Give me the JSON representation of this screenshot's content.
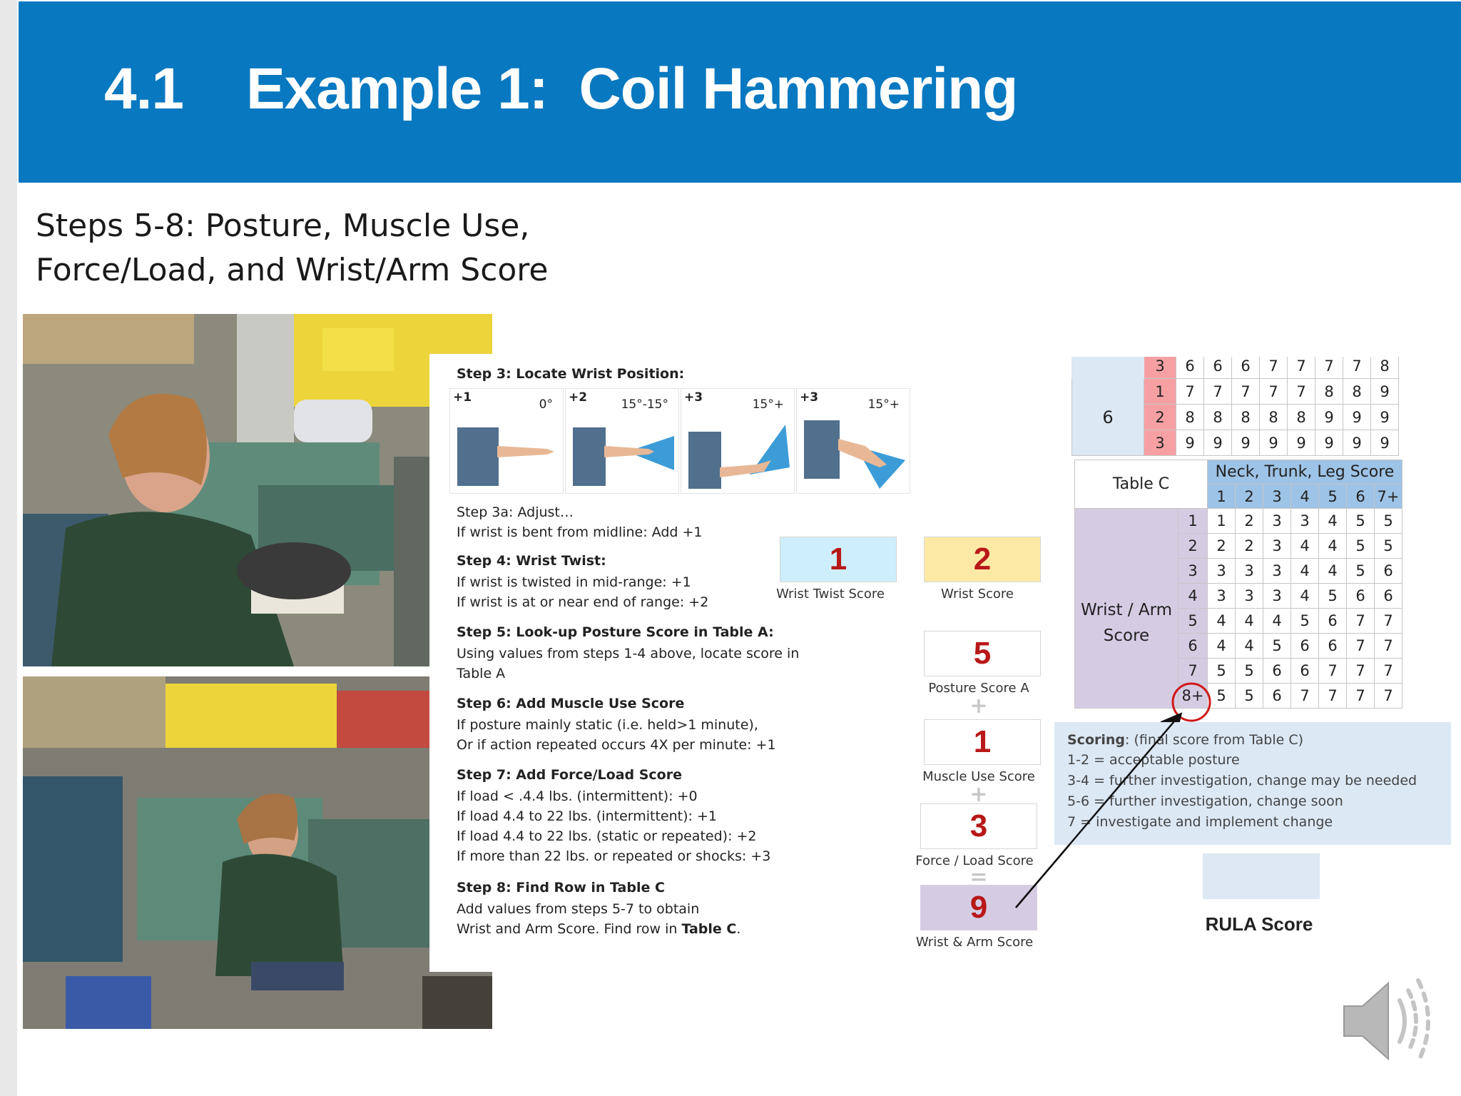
{
  "header": {
    "number": "4.1",
    "title": "Example 1:  Coil Hammering"
  },
  "subtitle": {
    "text": "Steps 5-8: Posture, Muscle Use, Force/Load, and Wrist/Arm Score"
  },
  "photos": [
    {
      "label": "worker-hammering-coil-closeup"
    },
    {
      "label": "worker-hammering-coil-wide"
    }
  ],
  "step3": {
    "title": "Step 3: Locate Wrist Position:",
    "positions": [
      {
        "plus": "+1",
        "angle": "0°"
      },
      {
        "plus": "+2",
        "angle": "15°-15°"
      },
      {
        "plus": "+3",
        "angle": "15°+"
      },
      {
        "plus": "+3",
        "angle": "15°+"
      }
    ],
    "adjust_title": "Step 3a: Adjust…",
    "adjust_text": "If wrist is bent from midline: Add +1"
  },
  "step4": {
    "title": "Step 4: Wrist Twist:",
    "lines": [
      "If wrist is twisted in mid-range: +1",
      "If wrist is at or near end of range: +2"
    ]
  },
  "step5": {
    "title": "Step 5: Look-up Posture Score in Table A:",
    "lines": [
      "Using values from steps 1-4 above, locate score in",
      "Table A"
    ]
  },
  "step6": {
    "title": "Step 6: Add Muscle Use Score",
    "lines": [
      "If posture mainly static (i.e. held>1 minute),",
      "Or if action repeated occurs 4X per minute: +1"
    ]
  },
  "step7": {
    "title": "Step 7: Add Force/Load Score",
    "lines": [
      "If load < .4.4 lbs. (intermittent): +0",
      "If load 4.4 to 22 lbs. (intermittent): +1",
      "If load 4.4 to 22 lbs. (static or repeated): +2",
      "If more than 22 lbs. or repeated or shocks: +3"
    ]
  },
  "step8": {
    "title": "Step 8: Find Row in Table C",
    "line1": "Add values from steps 5-7 to obtain",
    "line2_prefix": "Wrist and Arm Score. Find row in ",
    "line2_bold": "Table C",
    "line2_suffix": "."
  },
  "scores": {
    "wrist_twist": {
      "value": "1",
      "label": "Wrist Twist Score",
      "color": "#cfeefb"
    },
    "wrist": {
      "value": "2",
      "label": "Wrist Score",
      "color": "#fde9a6"
    },
    "posture_a": {
      "value": "5",
      "label": "Posture Score A"
    },
    "muscle_use": {
      "value": "1",
      "label": "Muscle Use Score"
    },
    "force_load": {
      "value": "3",
      "label": "Force / Load Score"
    },
    "wrist_arm": {
      "value": "9",
      "label": "Wrist & Arm Score",
      "color": "#d5cce4"
    },
    "plus": "+",
    "equals": "="
  },
  "table_b_partial": {
    "group_label": "6",
    "rows": [
      {
        "sub": "3",
        "cells": [
          "6",
          "6",
          "6",
          "7",
          "7",
          "7",
          "7",
          "8"
        ]
      },
      {
        "sub": "1",
        "cells": [
          "7",
          "7",
          "7",
          "7",
          "7",
          "8",
          "8",
          "9"
        ]
      },
      {
        "sub": "2",
        "cells": [
          "8",
          "8",
          "8",
          "8",
          "8",
          "9",
          "9",
          "9"
        ]
      },
      {
        "sub": "3",
        "cells": [
          "9",
          "9",
          "9",
          "9",
          "9",
          "9",
          "9",
          "9"
        ]
      }
    ]
  },
  "table_c": {
    "title": "Table C",
    "col_header": "Neck, Trunk, Leg Score",
    "cols": [
      "1",
      "2",
      "3",
      "4",
      "5",
      "6",
      "7+"
    ],
    "row_label": "Wrist / Arm Score",
    "rows": [
      {
        "h": "1",
        "cells": [
          "1",
          "2",
          "3",
          "3",
          "4",
          "5",
          "5"
        ]
      },
      {
        "h": "2",
        "cells": [
          "2",
          "2",
          "3",
          "4",
          "4",
          "5",
          "5"
        ]
      },
      {
        "h": "3",
        "cells": [
          "3",
          "3",
          "3",
          "4",
          "4",
          "5",
          "6"
        ]
      },
      {
        "h": "4",
        "cells": [
          "3",
          "3",
          "3",
          "4",
          "5",
          "6",
          "6"
        ]
      },
      {
        "h": "5",
        "cells": [
          "4",
          "4",
          "4",
          "5",
          "6",
          "7",
          "7"
        ]
      },
      {
        "h": "6",
        "cells": [
          "4",
          "4",
          "5",
          "6",
          "6",
          "7",
          "7"
        ]
      },
      {
        "h": "7",
        "cells": [
          "5",
          "5",
          "6",
          "6",
          "7",
          "7",
          "7"
        ]
      },
      {
        "h": "8+",
        "cells": [
          "5",
          "5",
          "6",
          "7",
          "7",
          "7",
          "7"
        ]
      }
    ],
    "highlighted_row": "8+"
  },
  "scoring": {
    "title": "Scoring",
    "title_suffix": ": (final score from Table C)",
    "lines": [
      "1-2 = acceptable posture",
      "3-4 = further investigation, change may be needed",
      "5-6 = further investigation, change soon",
      "7 = investigate and implement change"
    ]
  },
  "rula": {
    "label": "RULA Score"
  },
  "colors": {
    "header": "#0878c0",
    "score_red": "#b81818",
    "pink": "#f7a0a4",
    "purple": "#d5cce4",
    "blue_header": "#9dc3e6",
    "light_blue": "#dce8f4"
  },
  "icons": {
    "speaker": "speaker-icon",
    "arrow": "arrow-icon",
    "circle": "highlight-circle"
  }
}
